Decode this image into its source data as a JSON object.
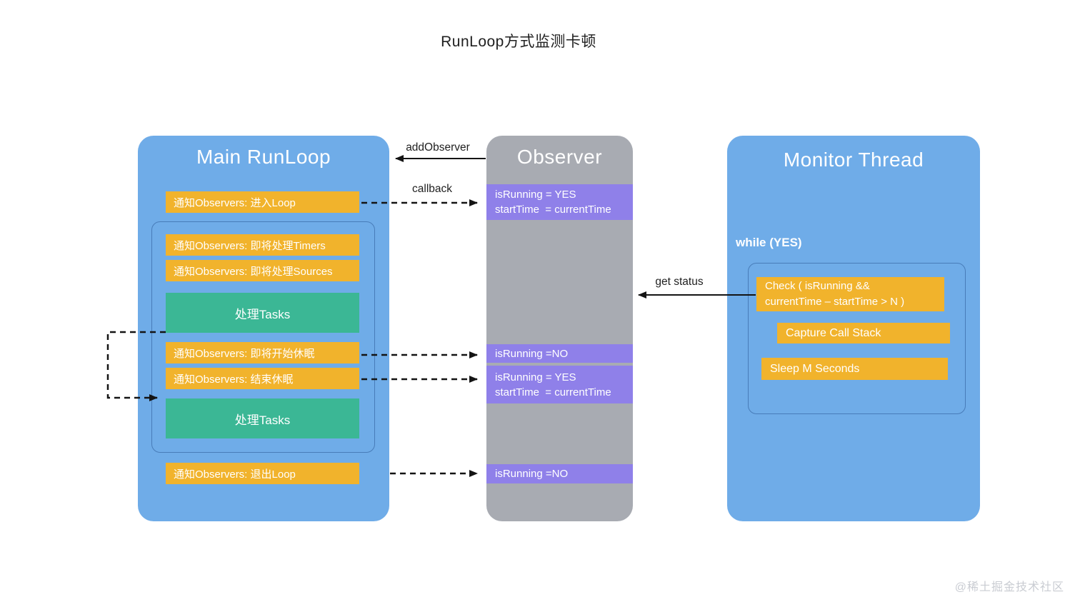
{
  "title": "RunLoop方式监测卡顿",
  "watermark": "@稀土掘金技术社区",
  "colors": {
    "panel_blue": "#6FACE8",
    "panel_gray": "#A8ABB2",
    "box_orange": "#F1B32C",
    "box_green": "#3BB795",
    "box_purple": "#8F80E9",
    "arrow": "#141414"
  },
  "main_runloop": {
    "title": "Main RunLoop",
    "enter_loop": "通知Observers: 进入Loop",
    "timers": "通知Observers: 即将处理Timers",
    "sources": "通知Observers: 即将处理Sources",
    "tasks1": "处理Tasks",
    "before_sleep": "通知Observers: 即将开始休眠",
    "end_sleep": "通知Observers: 结束休眠",
    "tasks2": "处理Tasks",
    "exit_loop": "通知Observers: 退出Loop"
  },
  "observer": {
    "title": "Observer",
    "state1_line1": "isRunning = YES",
    "state1_line2": "startTime  = currentTime",
    "state2": "isRunning =NO",
    "state3_line1": "isRunning = YES",
    "state3_line2": "startTime  = currentTime",
    "state4": "isRunning =NO"
  },
  "monitor": {
    "title": "Monitor Thread",
    "while_label": "while (YES)",
    "check_line1": "Check ( isRunning &&",
    "check_line2": "currentTime – startTime > N )",
    "capture": "Capture Call Stack",
    "sleep": "Sleep M Seconds"
  },
  "arrows": {
    "add_observer": "addObserver",
    "callback": "callback",
    "get_status": "get status"
  }
}
